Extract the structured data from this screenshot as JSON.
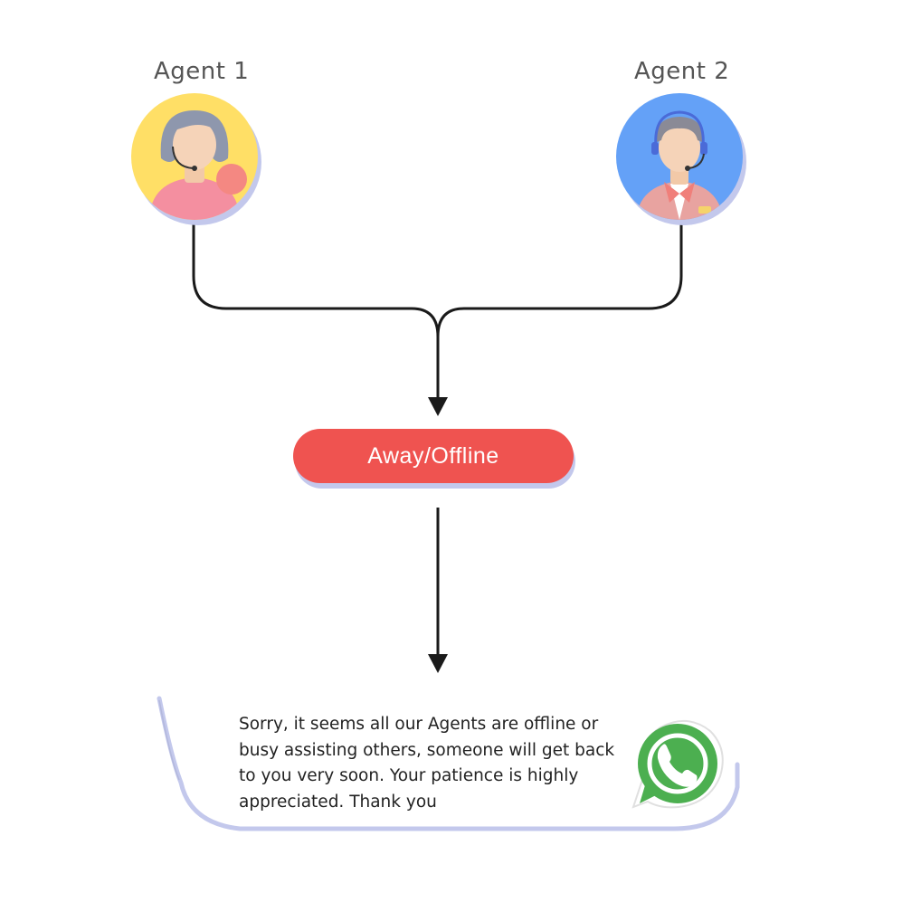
{
  "agents": [
    {
      "label": "Agent 1",
      "icon": "female-agent-avatar-icon"
    },
    {
      "label": "Agent 2",
      "icon": "male-agent-avatar-icon"
    }
  ],
  "status": {
    "label": "Away/Offline",
    "color": "#ef5350"
  },
  "message": {
    "text": "Sorry, it seems all our Agents are offline or busy assisting others, someone will get back to you very soon. Your patience is highly appreciated. Thank you",
    "icon": "whatsapp-icon"
  },
  "colors": {
    "agent1_bg": "#ffdf66",
    "agent2_bg": "#64a1f7",
    "shadow": "#c3c8ec",
    "whatsapp_green": "#4caf50",
    "line": "#1a1a1a"
  }
}
